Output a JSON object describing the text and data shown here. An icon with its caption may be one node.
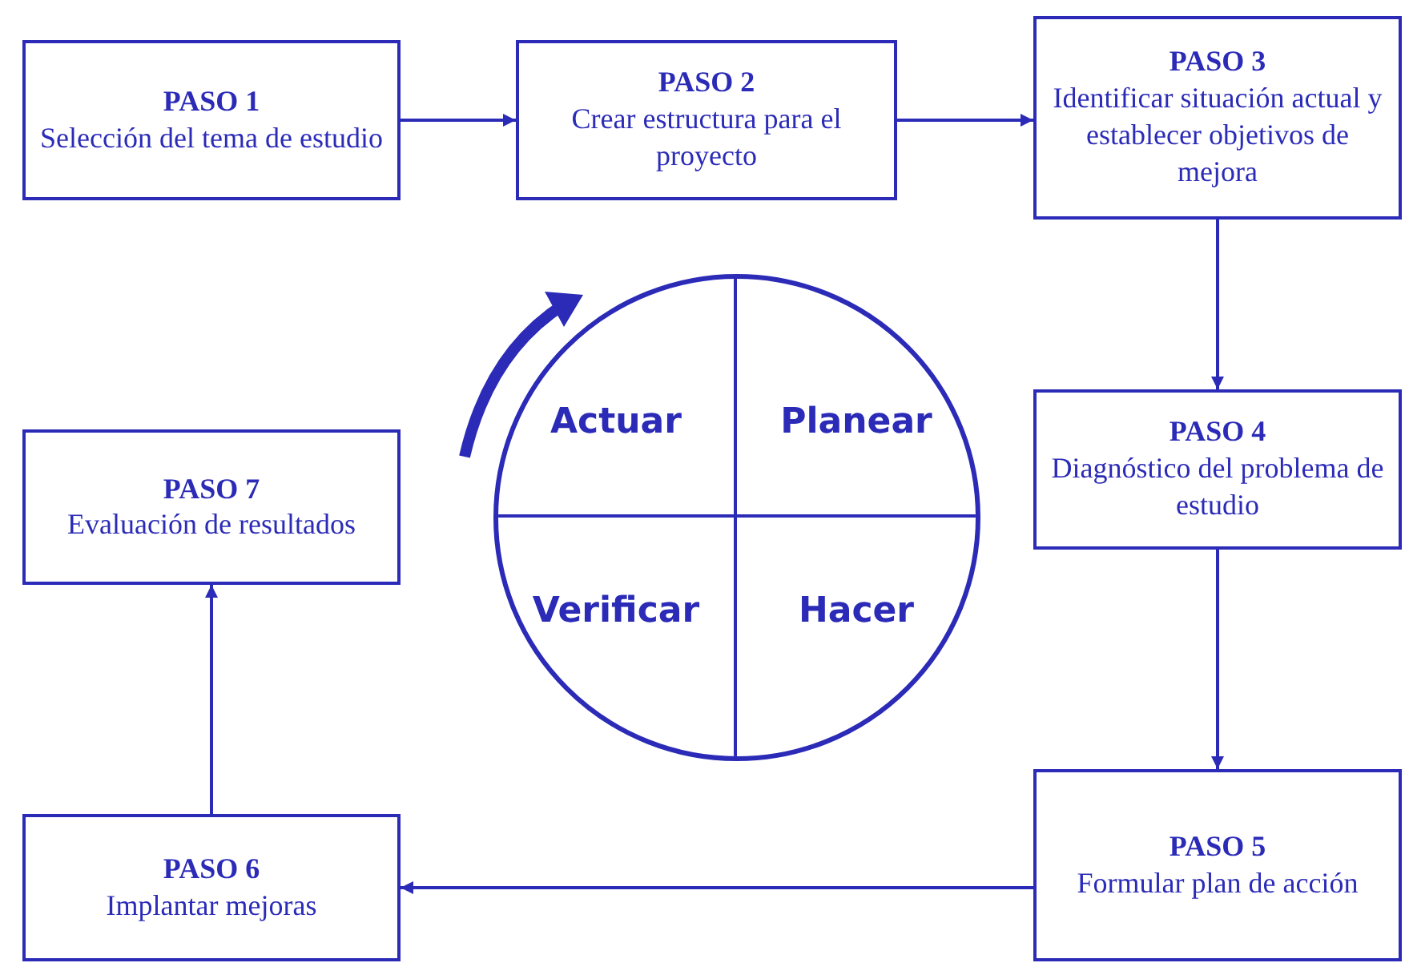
{
  "diagram": {
    "nodes": [
      {
        "text": [
          "PASO 1",
          "Selección del tema de estudio"
        ]
      },
      {
        "text": [
          "PASO 2",
          "Crear estructura para el proyecto"
        ]
      },
      {
        "text": [
          "PASO 3",
          "Identificar situación actual y establecer objetivos de mejora"
        ]
      },
      {
        "text": [
          "PASO 4",
          "Diagnóstico del problema de estudio"
        ]
      },
      {
        "text": [
          "PASO 5",
          "Formular plan de acción"
        ]
      },
      {
        "text": [
          "PASO 6",
          "Implantar mejoras"
        ]
      },
      {
        "text": [
          "PASO 7",
          "Evaluación de resultados"
        ]
      },
      {
        "text": [
          "Actuar",
          "Planear",
          "Verificar",
          "Hacer"
        ]
      }
    ],
    "edges": [
      {
        "from": 0,
        "to": 1,
        "arrow": "to"
      },
      {
        "from": 1,
        "to": 2,
        "arrow": "to"
      },
      {
        "from": 2,
        "to": 3,
        "arrow": "to"
      },
      {
        "from": 3,
        "to": 4,
        "arrow": "to"
      },
      {
        "from": 4,
        "to": 5,
        "arrow": "to"
      },
      {
        "from": 5,
        "to": 6,
        "arrow": "to"
      }
    ]
  }
}
